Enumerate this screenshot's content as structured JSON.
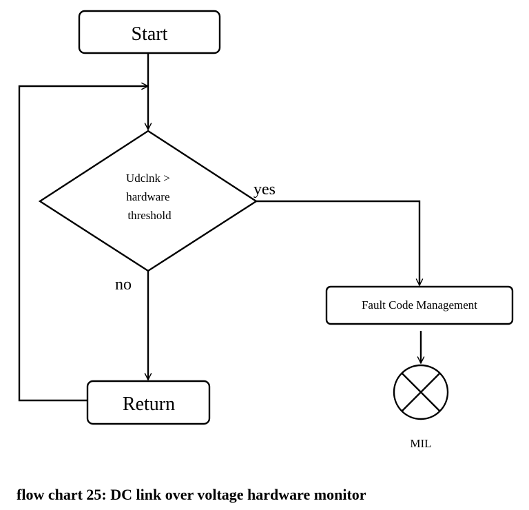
{
  "nodes": {
    "start": "Start",
    "decision": [
      "Udclnk >",
      "hardware",
      "threshold"
    ],
    "fault": "Fault Code Management",
    "return": "Return",
    "mil": "MIL"
  },
  "edges": {
    "yes": "yes",
    "no": "no"
  },
  "caption": "flow chart 25: DC link over voltage hardware monitor"
}
